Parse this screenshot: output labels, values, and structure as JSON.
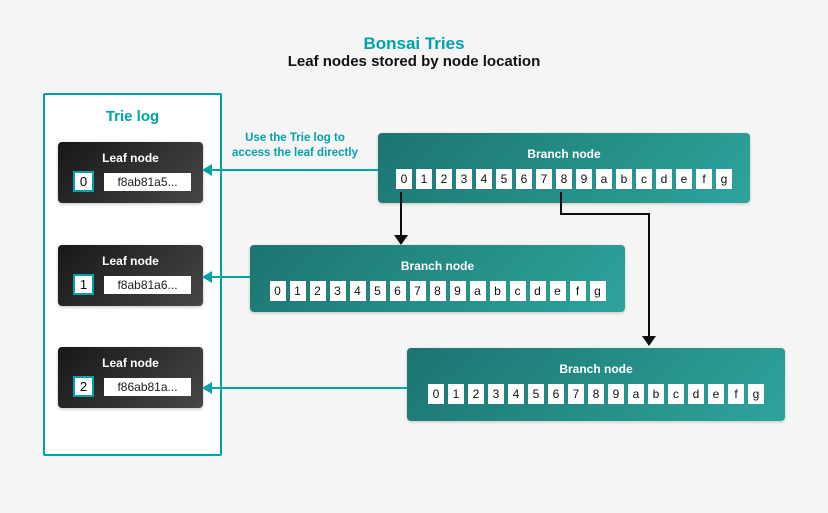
{
  "header": {
    "title": "Bonsai Tries",
    "subtitle": "Leaf nodes stored by node location"
  },
  "annotation": {
    "line1": "Use the Trie log to",
    "line2": "access the leaf directly"
  },
  "trie_log": {
    "title": "Trie log",
    "leaves": [
      {
        "label": "Leaf node",
        "index": "0",
        "hash": "f8ab81a5..."
      },
      {
        "label": "Leaf node",
        "index": "1",
        "hash": "f8ab81a6..."
      },
      {
        "label": "Leaf node",
        "index": "2",
        "hash": "f86ab81a..."
      }
    ]
  },
  "branches": [
    {
      "label": "Branch node",
      "cells": [
        "0",
        "1",
        "2",
        "3",
        "4",
        "5",
        "6",
        "7",
        "8",
        "9",
        "a",
        "b",
        "c",
        "d",
        "e",
        "f",
        "g"
      ]
    },
    {
      "label": "Branch node",
      "cells": [
        "0",
        "1",
        "2",
        "3",
        "4",
        "5",
        "6",
        "7",
        "8",
        "9",
        "a",
        "b",
        "c",
        "d",
        "e",
        "f",
        "g"
      ]
    },
    {
      "label": "Branch node",
      "cells": [
        "0",
        "1",
        "2",
        "3",
        "4",
        "5",
        "6",
        "7",
        "8",
        "9",
        "a",
        "b",
        "c",
        "d",
        "e",
        "f",
        "g"
      ]
    }
  ],
  "colors": {
    "accent_teal": "#00a2aa",
    "background": "#f5f5f6",
    "branch_gradient_start": "#1c7471",
    "branch_gradient_end": "#2ea49c",
    "leaf_gradient_start": "#171717",
    "leaf_gradient_end": "#474747",
    "arrow_black": "#0d0d0d"
  }
}
